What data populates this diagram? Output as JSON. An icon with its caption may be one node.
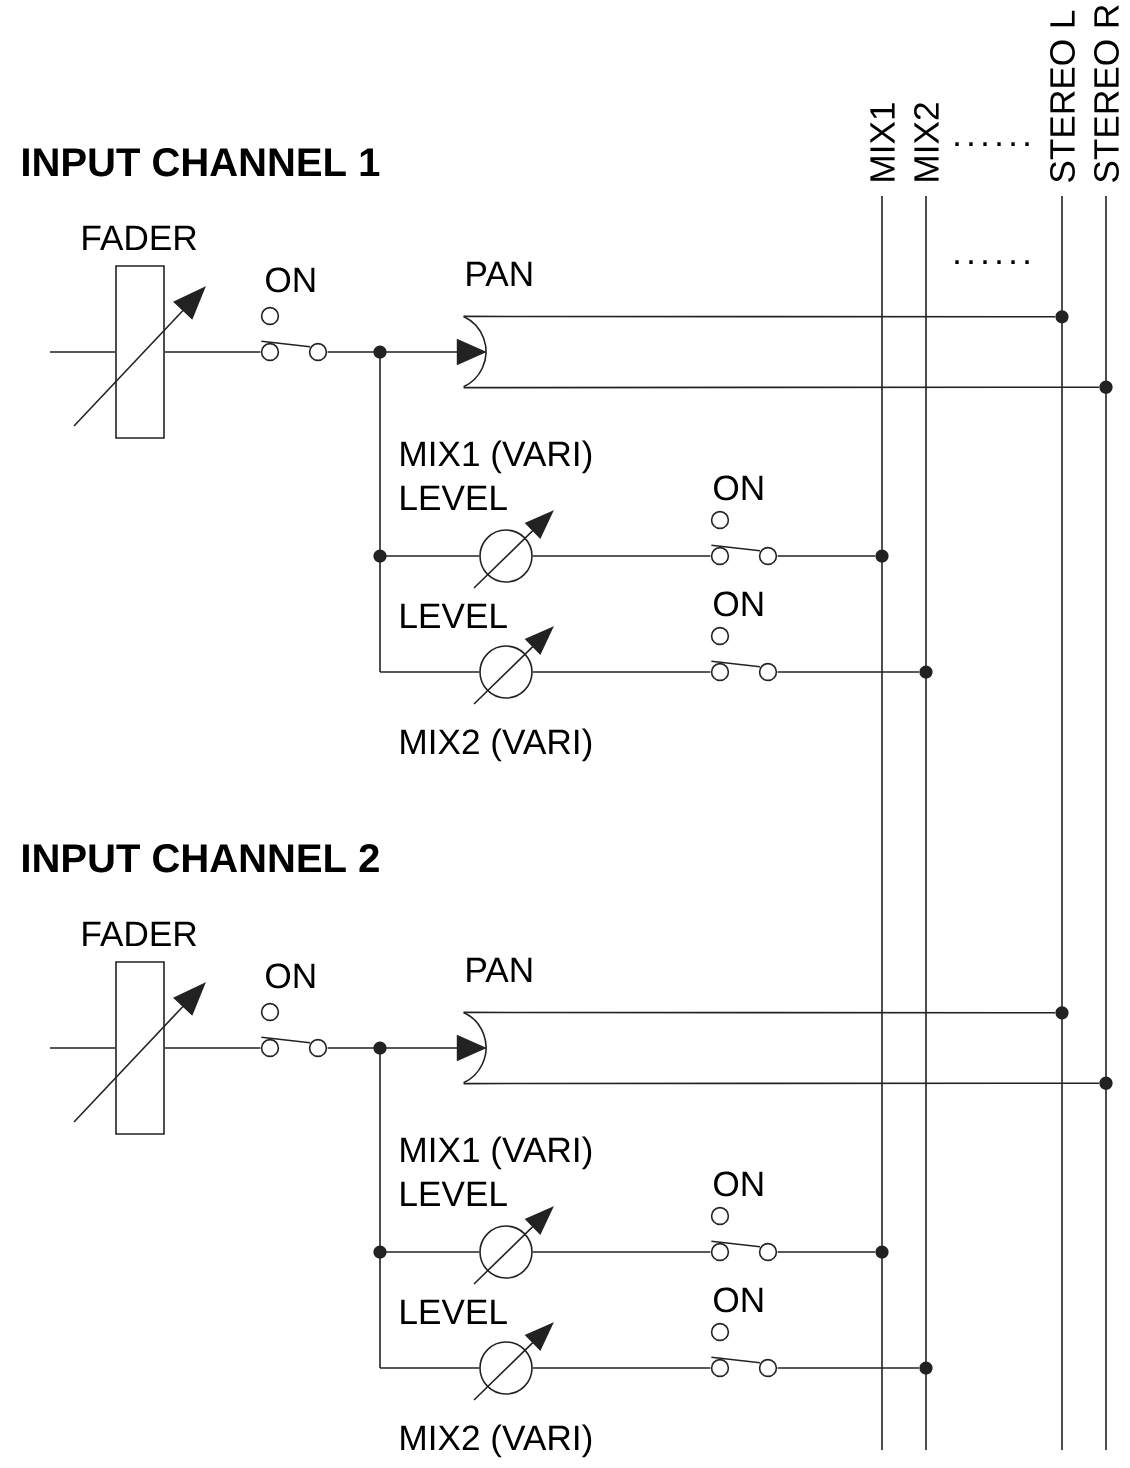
{
  "diagram": {
    "nodes": [
      {
        "text": [
          "MIX1"
        ]
      },
      {
        "text": [
          "MIX2"
        ]
      },
      {
        "text": [
          "STEREO L"
        ]
      },
      {
        "text": [
          "STEREO R"
        ]
      },
      {
        "text": [
          "FADER"
        ]
      },
      {
        "text": [
          "ON"
        ]
      },
      {
        "text": [
          "PAN"
        ]
      },
      {
        "text": [
          "MIX1 (VARI)",
          "LEVEL"
        ]
      },
      {
        "text": [
          "ON"
        ]
      },
      {
        "text": [
          "LEVEL",
          "MIX2 (VARI)"
        ]
      },
      {
        "text": [
          "ON"
        ]
      },
      {
        "text": [
          "FADER"
        ]
      },
      {
        "text": [
          "ON"
        ]
      },
      {
        "text": [
          "PAN"
        ]
      },
      {
        "text": [
          "MIX1 (VARI)",
          "LEVEL"
        ]
      },
      {
        "text": [
          "ON"
        ]
      },
      {
        "text": [
          "LEVEL",
          "MIX2 (VARI)"
        ]
      },
      {
        "text": [
          "ON"
        ]
      }
    ],
    "edges": [
      {
        "from": null,
        "to": 4,
        "arrow": "none"
      },
      {
        "from": 4,
        "to": 5,
        "arrow": "none"
      },
      {
        "from": 5,
        "to": 6,
        "arrow": "to"
      },
      {
        "from": 5,
        "to": 7,
        "arrow": "none"
      },
      {
        "from": 5,
        "to": 9,
        "arrow": "none"
      },
      {
        "from": 6,
        "to": 2,
        "arrow": "none"
      },
      {
        "from": 6,
        "to": 3,
        "arrow": "none"
      },
      {
        "from": 7,
        "to": 8,
        "arrow": "none"
      },
      {
        "from": 8,
        "to": 0,
        "arrow": "none"
      },
      {
        "from": 9,
        "to": 10,
        "arrow": "none"
      },
      {
        "from": 10,
        "to": 1,
        "arrow": "none"
      },
      {
        "from": null,
        "to": 11,
        "arrow": "none"
      },
      {
        "from": 11,
        "to": 12,
        "arrow": "none"
      },
      {
        "from": 12,
        "to": 13,
        "arrow": "to"
      },
      {
        "from": 12,
        "to": 14,
        "arrow": "none"
      },
      {
        "from": 12,
        "to": 16,
        "arrow": "none"
      },
      {
        "from": 13,
        "to": 2,
        "arrow": "none"
      },
      {
        "from": 13,
        "to": 3,
        "arrow": "none"
      },
      {
        "from": 14,
        "to": 15,
        "arrow": "none"
      },
      {
        "from": 15,
        "to": 0,
        "arrow": "none"
      },
      {
        "from": 16,
        "to": 17,
        "arrow": "none"
      },
      {
        "from": 17,
        "to": 1,
        "arrow": "none"
      }
    ],
    "labels": [
      "......",
      "INPUT CHANNEL 1",
      "......",
      "INPUT CHANNEL 2"
    ]
  }
}
